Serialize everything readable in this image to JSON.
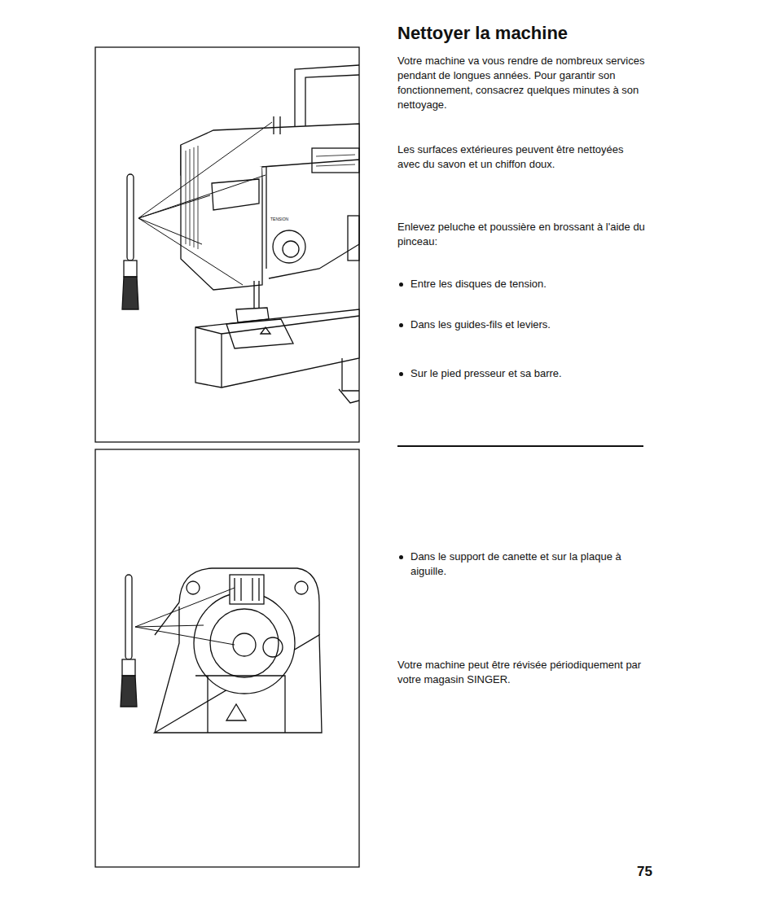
{
  "diagram": {
    "title": "Nettoyer la machine",
    "labels": [
      "Votre machine va vous rendre de nombreux services pendant de longues années. Pour garantir son fonctionnement, consacrez quelques minutes à son nettoyage.",
      "Les surfaces extérieures peuvent être nettoyées avec du savon et un chiffon doux.",
      "Enlevez peluche et poussière en brossant à l'aide du pinceau:",
      "Entre les disques de tension.",
      "Dans les guides-fils et leviers.",
      "Sur le pied presseur et sa barre.",
      "Dans le support de canette et sur la plaque à aiguille.",
      "Votre machine peut être révisée périodiquement par votre magasin SINGER.",
      "75",
      "TENSION"
    ]
  }
}
